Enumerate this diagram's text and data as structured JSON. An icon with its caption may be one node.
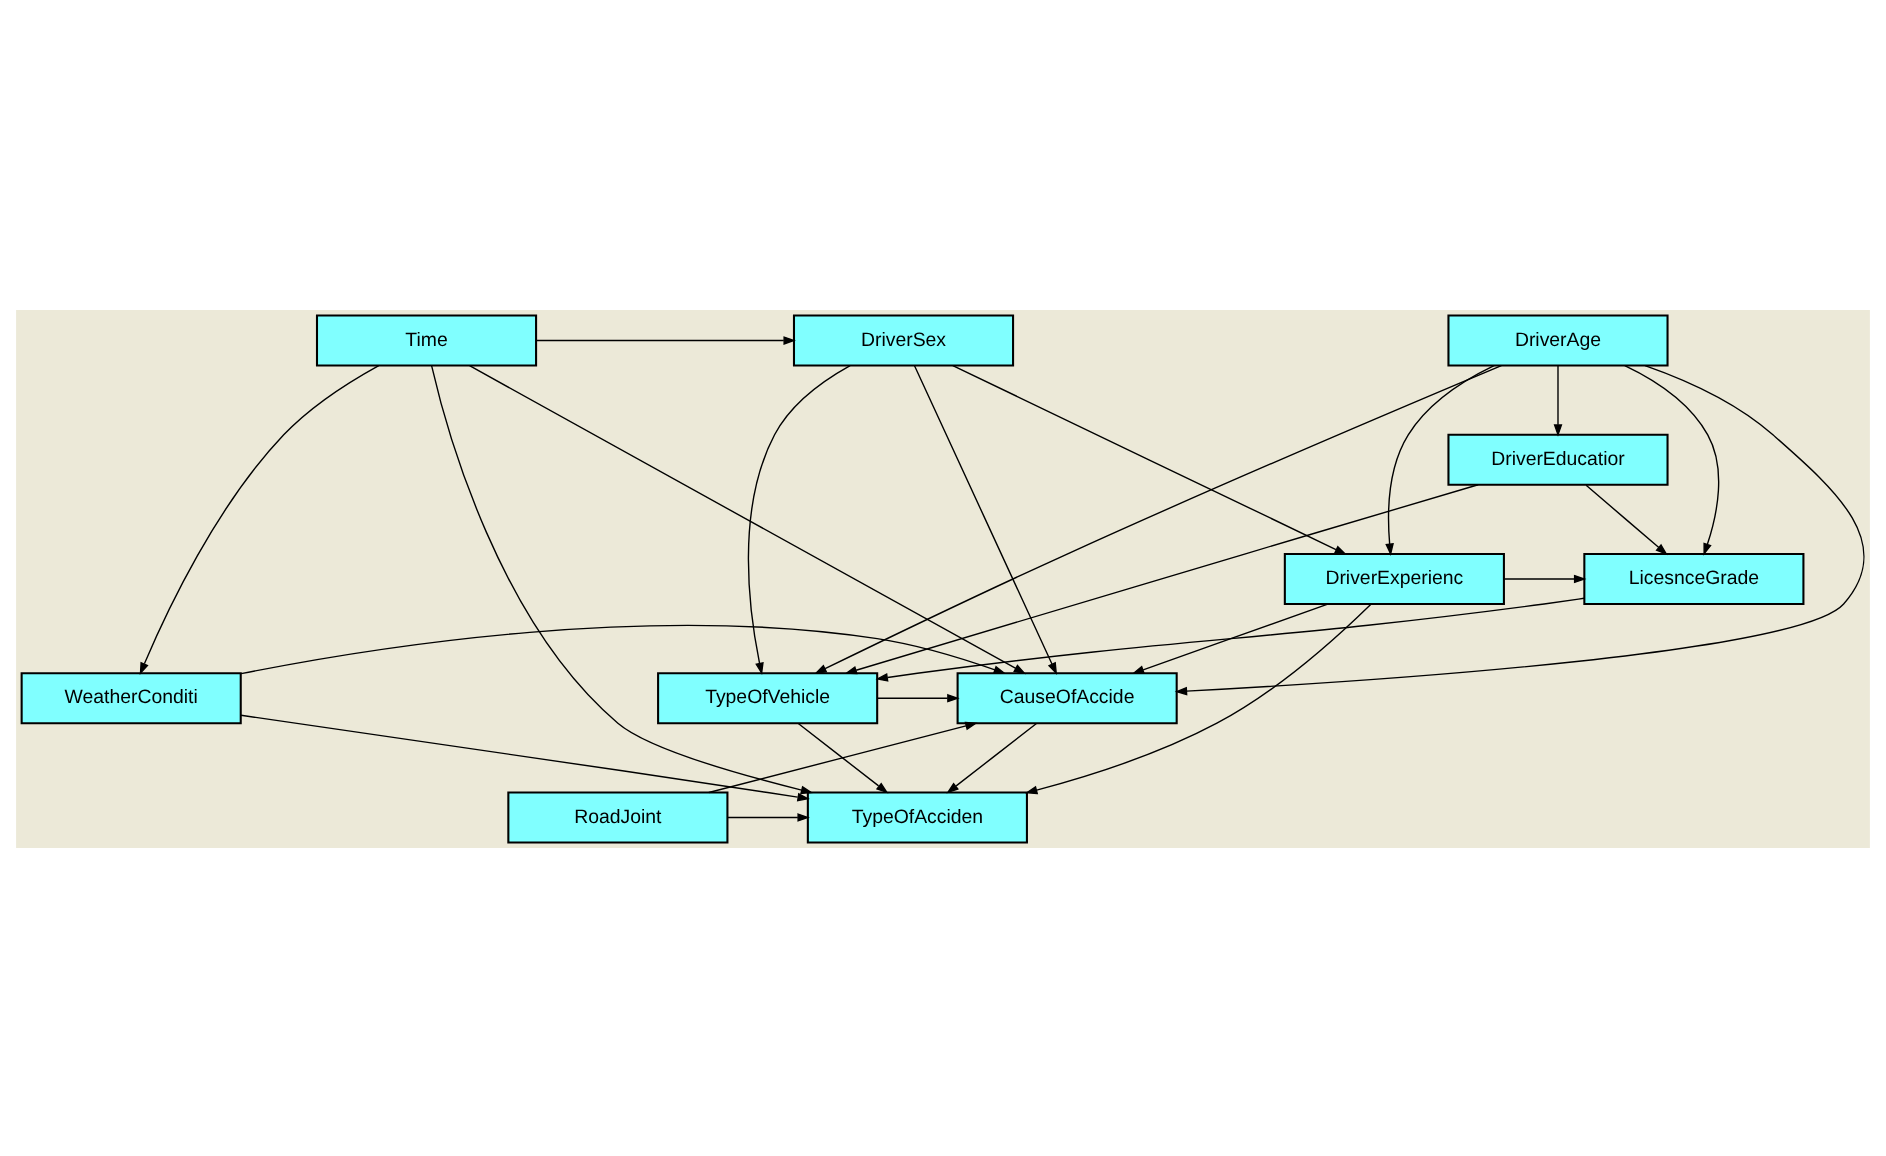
{
  "diagram": {
    "nodes": [
      {
        "text": [
          "Time"
        ]
      },
      {
        "text": [
          "DriverSex"
        ]
      },
      {
        "text": [
          "DriverAge"
        ]
      },
      {
        "text": [
          "LicesnceGrade"
        ]
      },
      {
        "text": [
          "DriverExperienc"
        ]
      },
      {
        "text": [
          "DriverEducatior"
        ]
      },
      {
        "text": [
          "TypeOfVehicle"
        ]
      },
      {
        "text": [
          "CauseOfAccide"
        ]
      },
      {
        "text": [
          "WeatherConditi"
        ]
      },
      {
        "text": [
          "RoadJoint"
        ]
      },
      {
        "text": [
          "TypeOfAcciden"
        ]
      }
    ],
    "edges": [
      {
        "from": 0,
        "to": 1,
        "arrow": "to"
      },
      {
        "from": 0,
        "to": 7,
        "arrow": "to"
      },
      {
        "from": 0,
        "to": 10,
        "arrow": "to"
      },
      {
        "from": 0,
        "to": 8,
        "arrow": "to"
      },
      {
        "from": 1,
        "to": 6,
        "arrow": "to"
      },
      {
        "from": 1,
        "to": 7,
        "arrow": "to"
      },
      {
        "from": 1,
        "to": 4,
        "arrow": "to"
      },
      {
        "from": 2,
        "to": 3,
        "arrow": "to"
      },
      {
        "from": 2,
        "to": 6,
        "arrow": "to"
      },
      {
        "from": 2,
        "to": 5,
        "arrow": "to"
      },
      {
        "from": 2,
        "to": 7,
        "arrow": "to"
      },
      {
        "from": 2,
        "to": 4,
        "arrow": "to"
      },
      {
        "from": 4,
        "to": 3,
        "arrow": "to"
      },
      {
        "from": 4,
        "to": 7,
        "arrow": "to"
      },
      {
        "from": 4,
        "to": 10,
        "arrow": "to"
      },
      {
        "from": 5,
        "to": 3,
        "arrow": "to"
      },
      {
        "from": 5,
        "to": 6,
        "arrow": "to"
      },
      {
        "from": 3,
        "to": 6,
        "arrow": "to"
      },
      {
        "from": 6,
        "to": 7,
        "arrow": "to"
      },
      {
        "from": 6,
        "to": 10,
        "arrow": "to"
      },
      {
        "from": 8,
        "to": 7,
        "arrow": "to"
      },
      {
        "from": 8,
        "to": 10,
        "arrow": "to"
      },
      {
        "from": 9,
        "to": 7,
        "arrow": "to"
      },
      {
        "from": 9,
        "to": 10,
        "arrow": "to"
      },
      {
        "from": 7,
        "to": 10,
        "arrow": "to"
      }
    ]
  }
}
